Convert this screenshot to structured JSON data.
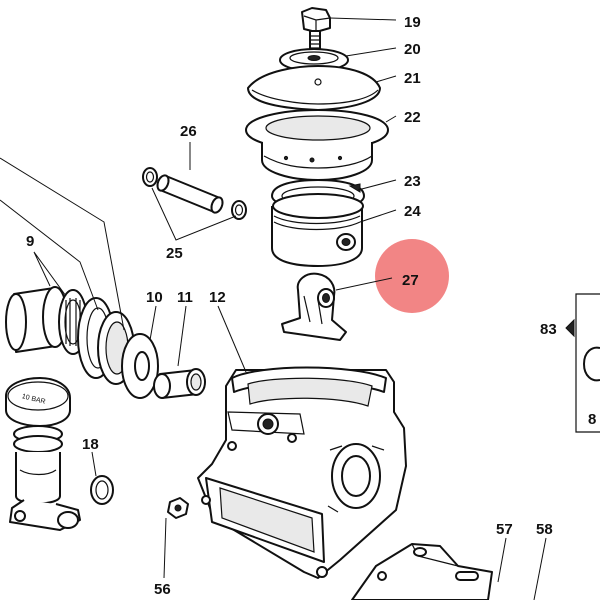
{
  "callouts": {
    "c19": "19",
    "c20": "20",
    "c21": "21",
    "c22": "22",
    "c23": "23",
    "c24": "24",
    "c26": "26",
    "c25": "25",
    "c9": "9",
    "c10": "10",
    "c11": "11",
    "c12": "12",
    "c27": "27",
    "c83": "83",
    "c18": "18",
    "c56": "56",
    "c57": "57",
    "c58": "58",
    "c8x": "8"
  },
  "cap_lettering": "10 BAR",
  "colors": {
    "line": "#111111",
    "highlight": "#f07070",
    "paper": "#ffffff"
  }
}
